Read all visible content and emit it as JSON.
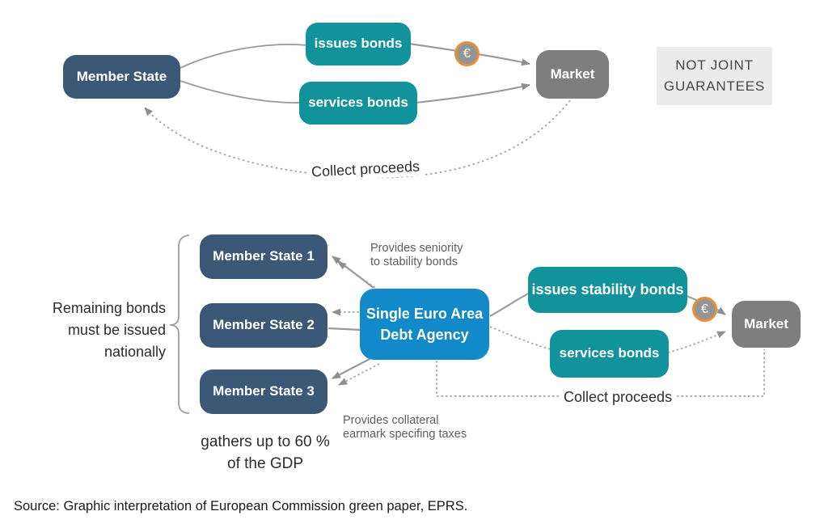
{
  "top": {
    "member_state": "Member State",
    "issues_bonds": "issues bonds",
    "services_bonds": "services bonds",
    "market": "Market",
    "not_joint_guarantees": "NOT JOINT\nGUARANTEES",
    "collect_proceeds": "Collect proceeds",
    "euro_symbol": "€"
  },
  "bottom": {
    "member_state_1": "Member State 1",
    "member_state_2": "Member State 2",
    "member_state_3": "Member State 3",
    "brace_label": "Remaining bonds\nmust be issued\nnationally",
    "gdp_note": "gathers up to 60 %\nof the GDP",
    "agency": "Single Euro Area\nDebt Agency",
    "seniority_note": "Provides seniority\nto stability bonds",
    "collateral_note": "Provides collateral\nearmark specifing taxes",
    "issues_stability_bonds": "issues stability bonds",
    "services_bonds": "services bonds",
    "market": "Market",
    "collect_proceeds": "Collect proceeds",
    "euro_symbol": "€"
  },
  "source_line": "Source: Graphic interpretation of European Commission green paper, EPRS.",
  "colors": {
    "member_state_box": "#3b5876",
    "bond_action_box": "#12929b",
    "debt_agency_box": "#1289c9",
    "market_box": "#7e7e7e",
    "not_joint_panel_bg": "#ebebeb",
    "euro_coin_ring": "#e5913c",
    "euro_coin_fill": "#949494",
    "connector_gray": "#999999"
  }
}
